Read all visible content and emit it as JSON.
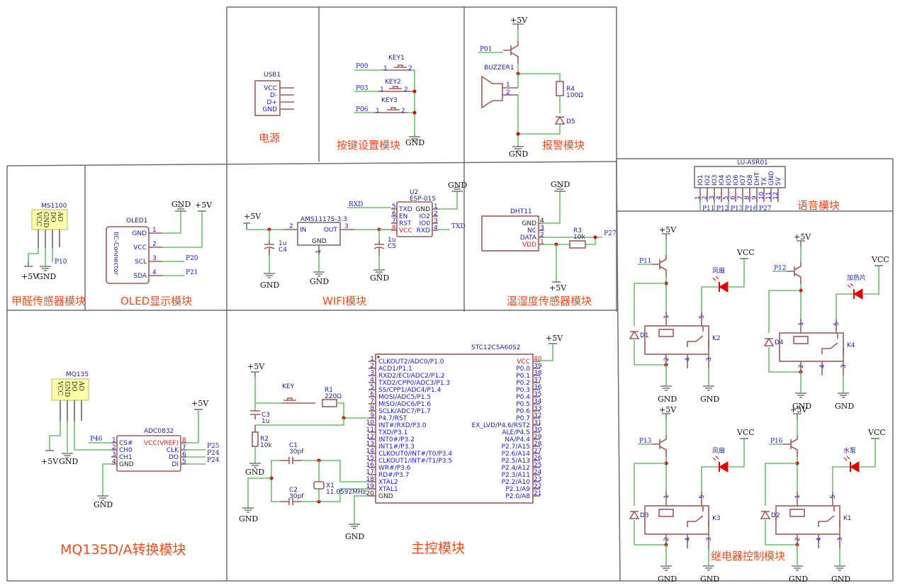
{
  "modules": {
    "power": {
      "title": "电源",
      "usb": {
        "ref": "USB1",
        "pins": [
          "VCC",
          "D-",
          "D+",
          "GND"
        ]
      }
    },
    "keys": {
      "title": "按键设置模块",
      "switches": [
        {
          "ref": "KEY1",
          "net": "P00",
          "pin1": "1",
          "pin2": "2"
        },
        {
          "ref": "KEY2",
          "net": "P03",
          "pin1": "1",
          "pin2": "2"
        },
        {
          "ref": "KEY3",
          "net": "P06",
          "pin1": "1",
          "pin2": "2"
        }
      ],
      "gnd": "GND"
    },
    "alarm": {
      "title": "报警模块",
      "vcc": "+5V",
      "net": "P01",
      "buzzer": "BUZZER1",
      "buzzer_pins": [
        "1",
        "2"
      ],
      "res_ref": "R4",
      "res_val": "100Ω",
      "diode": "D5",
      "gnd": "GND"
    },
    "voice": {
      "title": "语音模块",
      "ref": "LU-ASR01",
      "pins": [
        "IO1",
        "IO2",
        "IO3",
        "IO4",
        "IO5",
        "IO6",
        "IO7",
        "IO8",
        "DHT",
        "TX",
        "GND",
        "5V"
      ],
      "numbers": [
        "1",
        "2",
        "3",
        "4",
        "5",
        "6",
        "7",
        "8",
        "9",
        "10",
        "11",
        "12"
      ],
      "nets": [
        "P11",
        "P12",
        "P13",
        "P16",
        "P27"
      ]
    },
    "formaldehyde": {
      "title": "甲醛传感器模块",
      "ref": "MS1100",
      "pins": [
        "VCC",
        "GND",
        "DO",
        "AO"
      ],
      "net": "P10",
      "vcc": "+5V",
      "gnd": "GND"
    },
    "oled": {
      "title": "OLED显示模块",
      "ref": "OLED1",
      "type": "IIC-Connector",
      "pins": [
        "GND",
        "VCC",
        "SCL",
        "SDA"
      ],
      "numbers": [
        "1",
        "2",
        "3",
        "4"
      ],
      "nets": [
        "P20",
        "P21"
      ],
      "gnd": "GND",
      "vcc": "+5V"
    },
    "wifi": {
      "title": "WIFI模块",
      "vin": "+5V",
      "reg": "AMS1117S-3.3",
      "reg_pins": {
        "in": "IN",
        "out": "OUT",
        "gnd": "GND",
        "n_in": "2",
        "n_out": "3",
        "n_gnd": "1"
      },
      "c4": {
        "ref": "C4",
        "val": "1u"
      },
      "c5": {
        "ref": "C5",
        "val": "1u"
      },
      "esp": {
        "ref": "U2",
        "part": "ESP-01S",
        "left": [
          "TXD",
          "EN",
          "RST",
          "VCC"
        ],
        "left_n": [
          "5",
          "6",
          "7",
          "8"
        ],
        "right": [
          "GND",
          "IO2",
          "IO0",
          "RXD"
        ],
        "right_n": [
          "1",
          "2",
          "3",
          "4"
        ]
      },
      "rxd": "RXD",
      "txd": "TXD",
      "gnd": "GND"
    },
    "dht": {
      "title": "温湿度传感器模块",
      "ref": "DHT11",
      "pins": [
        "GND",
        "NC",
        "DATA",
        "VDD"
      ],
      "numbers": [
        "4",
        "3",
        "2",
        "1"
      ],
      "res_ref": "R3",
      "res_val": "10k",
      "net": "P27",
      "gnd": "GND",
      "vcc": "+5V"
    },
    "relay": {
      "title": "继电器控制模块",
      "channels": [
        {
          "net": "P11",
          "diode": "D1",
          "relay": "K2",
          "load": "风扇"
        },
        {
          "net": "P12",
          "diode": "D4",
          "relay": "K4",
          "load": "加热片"
        },
        {
          "net": "P13",
          "diode": "D3",
          "relay": "K3",
          "load": "风扇"
        },
        {
          "net": "P16",
          "diode": "D2",
          "relay": "K1",
          "load": "水泵"
        }
      ],
      "vcc": "VCC",
      "v5": "+5V",
      "gnd": "GND",
      "pin_numbers": [
        "1",
        "2",
        "3",
        "4",
        "5"
      ]
    },
    "mq135": {
      "title": "MQ135D/A转换模块",
      "ref": "MQ135",
      "pins": [
        "VCC",
        "GND",
        "DO",
        "AO"
      ],
      "vcc": "+5V",
      "gnd": "GND",
      "adc": {
        "ref": "ADC0832",
        "left": [
          "CS#",
          "CH0",
          "CH1",
          "GND"
        ],
        "left_n": [
          "1",
          "2",
          "3",
          "4"
        ],
        "right": [
          "VCC(VREF)",
          "CLK",
          "DO",
          "DI"
        ],
        "right_n": [
          "8",
          "7",
          "6",
          "5"
        ]
      },
      "nets": {
        "cs": "P46",
        "clk": "P25",
        "do": "P24",
        "di": "P24"
      }
    },
    "mcu": {
      "title": "主控模块",
      "ref": "STC12C5A60S2",
      "vcc": "+5V",
      "gnd": "GND",
      "left": [
        "CLKOUT2/ADC0/P1.0",
        "ACD1/P1.1",
        "RXD2/ECI/ADC2/P1.2",
        "TXD2/CPP0/ADC3/P1.3",
        "SS/CPP1/ADC4/P1.4",
        "MOSI/ADC5/P1.5",
        "MISO/ADC6/P1.6",
        "SCLK/ADC7/P1.7",
        "P4.7/RST",
        "INT#/RXD/P3.0",
        "TXD/P3.1",
        "INT0#/P3.2",
        "INT1#/P3.3",
        "CLKOUT0/INT#/T0/P3.4",
        "CLKOUT1/INT#/T1/P3.5",
        "WR#/P3.6",
        "RD#/P3.7",
        "XTAL2",
        "XTAL1",
        "GND"
      ],
      "right": [
        "VCC",
        "P0.0",
        "P0.1",
        "P0.2",
        "P0.3",
        "P0.4",
        "P0.5",
        "P0.6",
        "P0.7",
        "EX_LVD/P4.6/RST2",
        "ALE/P4.5",
        "NA/P4.4",
        "P2.7/A15",
        "P2.6/A14",
        "P2.5/A13",
        "P2.4/A12",
        "P2.3/A11",
        "P2.2/A10",
        "P2.1/A9",
        "P2.0/A8"
      ],
      "key": "KEY",
      "r1": {
        "ref": "R1",
        "val": "220Ω"
      },
      "r2": {
        "ref": "R2",
        "val": "10k"
      },
      "c3": {
        "ref": "C3",
        "val": "1u"
      },
      "c1": {
        "ref": "C1",
        "val": "30pf"
      },
      "c2": {
        "ref": "C2",
        "val": "30pf"
      },
      "x1": {
        "ref": "X1",
        "val": "11.0592MHz"
      }
    }
  }
}
